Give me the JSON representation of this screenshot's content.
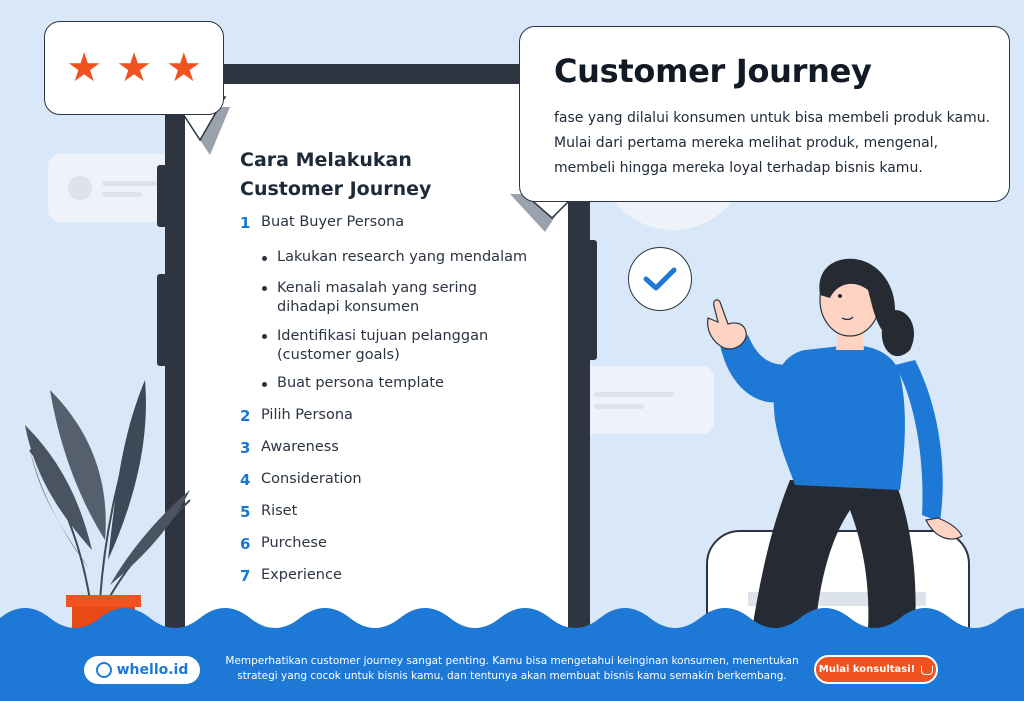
{
  "stars": [
    "★",
    "★",
    "★"
  ],
  "phone_card": {
    "title_lines": [
      "Cara Melakukan",
      "Customer Journey"
    ],
    "steps": [
      {
        "num": "1",
        "label": "Buat Buyer Persona"
      },
      {
        "num": "2",
        "label": "Pilih Persona"
      },
      {
        "num": "3",
        "label": "Awareness"
      },
      {
        "num": "4",
        "label": "Consideration"
      },
      {
        "num": "5",
        "label": "Riset"
      },
      {
        "num": "6",
        "label": "Purchese"
      },
      {
        "num": "7",
        "label": "Experience"
      }
    ],
    "sub_steps": [
      "Lakukan research yang mendalam",
      "Kenali masalah yang sering dihadapi konsumen",
      "Identifikasi tujuan pelanggan (customer goals)",
      "Buat persona template"
    ]
  },
  "definition": {
    "title": "Customer Journey",
    "text": "fase yang dilalui konsumen untuk bisa membeli produk kamu. Mulai dari pertama mereka melihat produk, mengenal, membeli hingga mereka loyal terhadap bisnis kamu."
  },
  "footer": {
    "logo": "whello.id",
    "text": "Memperhatikan customer journey sangat penting. Kamu bisa mengetahui keinginan konsumen, menentukan strategi yang cocok untuk bisnis kamu, dan tentunya akan membuat bisnis kamu semakin berkembang.",
    "cta": "Mulai konsultasi!"
  },
  "colors": {
    "background": "#d9e8f8",
    "accent_blue": "#1e78d6",
    "accent_orange": "#f0531f",
    "dark": "#2f3540"
  },
  "icons": [
    "star-icon",
    "check-icon",
    "globe-icon",
    "coffee-cup-icon"
  ]
}
